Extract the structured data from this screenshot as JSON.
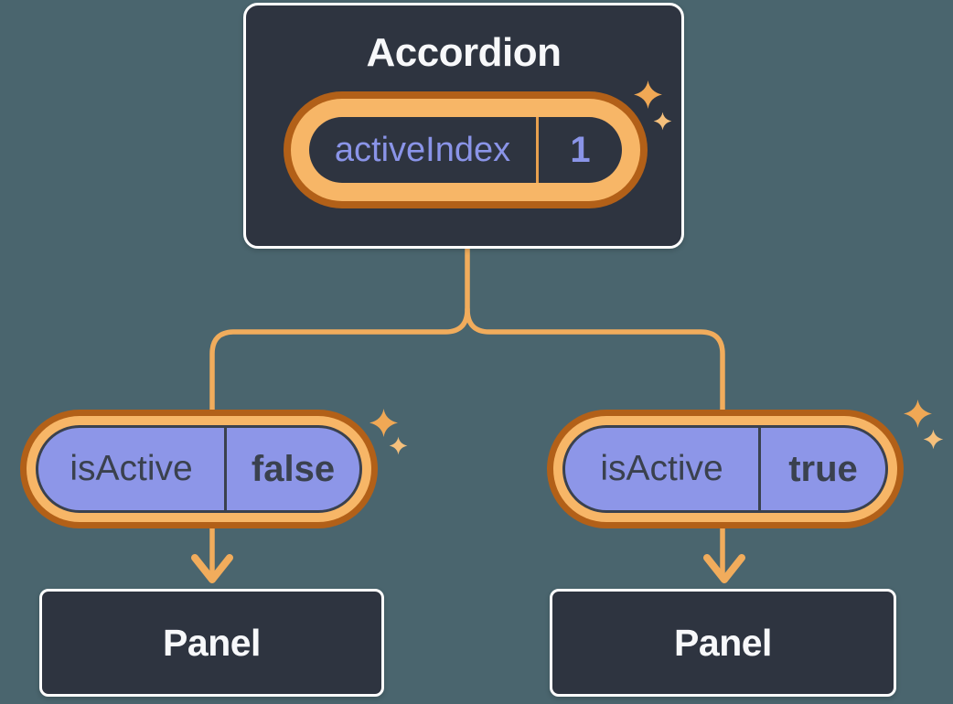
{
  "colors": {
    "bg": "#4A656E",
    "box_bg": "#2E3440",
    "box_border": "#FFFFFF",
    "light_text": "#F7F8FA",
    "purple_fill": "#8D96E8",
    "purple_text": "#8A94E8",
    "dark_on_purple": "#3A414E",
    "ring_outer": "#B26018",
    "ring_inner": "#F7B667",
    "connector": "#F1AC5C",
    "divider_orange": "#E8A04E",
    "sparkle_big": "#F0A855",
    "sparkle_small": "#F5C07C"
  },
  "icons": {
    "sparkle": "four-point-sparkle ✦",
    "arrow": "down-arrowhead"
  },
  "diagram": {
    "root": {
      "title": "Accordion",
      "pill": {
        "label": "activeIndex",
        "value": "1"
      }
    },
    "branches": [
      {
        "pill": {
          "label": "isActive",
          "value": "false"
        },
        "panel_label": "Panel"
      },
      {
        "pill": {
          "label": "isActive",
          "value": "true"
        },
        "panel_label": "Panel"
      }
    ]
  }
}
